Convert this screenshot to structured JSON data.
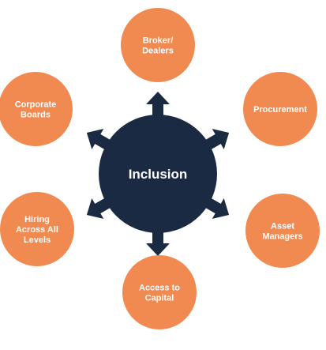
{
  "colors": {
    "hub": "#1b2a43",
    "node": "#f08a50",
    "arrow": "#1b2a43",
    "text": "#ffffff"
  },
  "hub": {
    "label": "Inclusion"
  },
  "nodes": [
    {
      "id": "broker-dealers",
      "lines": [
        "Broker/",
        "Dealers"
      ]
    },
    {
      "id": "procurement",
      "lines": [
        "Procurement"
      ]
    },
    {
      "id": "asset-managers",
      "lines": [
        "Asset",
        "Managers"
      ]
    },
    {
      "id": "access-to-capital",
      "lines": [
        "Access to",
        "Capital"
      ]
    },
    {
      "id": "hiring-across-all-levels",
      "lines": [
        "Hiring",
        "Across All",
        "Levels"
      ]
    },
    {
      "id": "corporate-boards",
      "lines": [
        "Corporate",
        "Boards"
      ]
    }
  ]
}
